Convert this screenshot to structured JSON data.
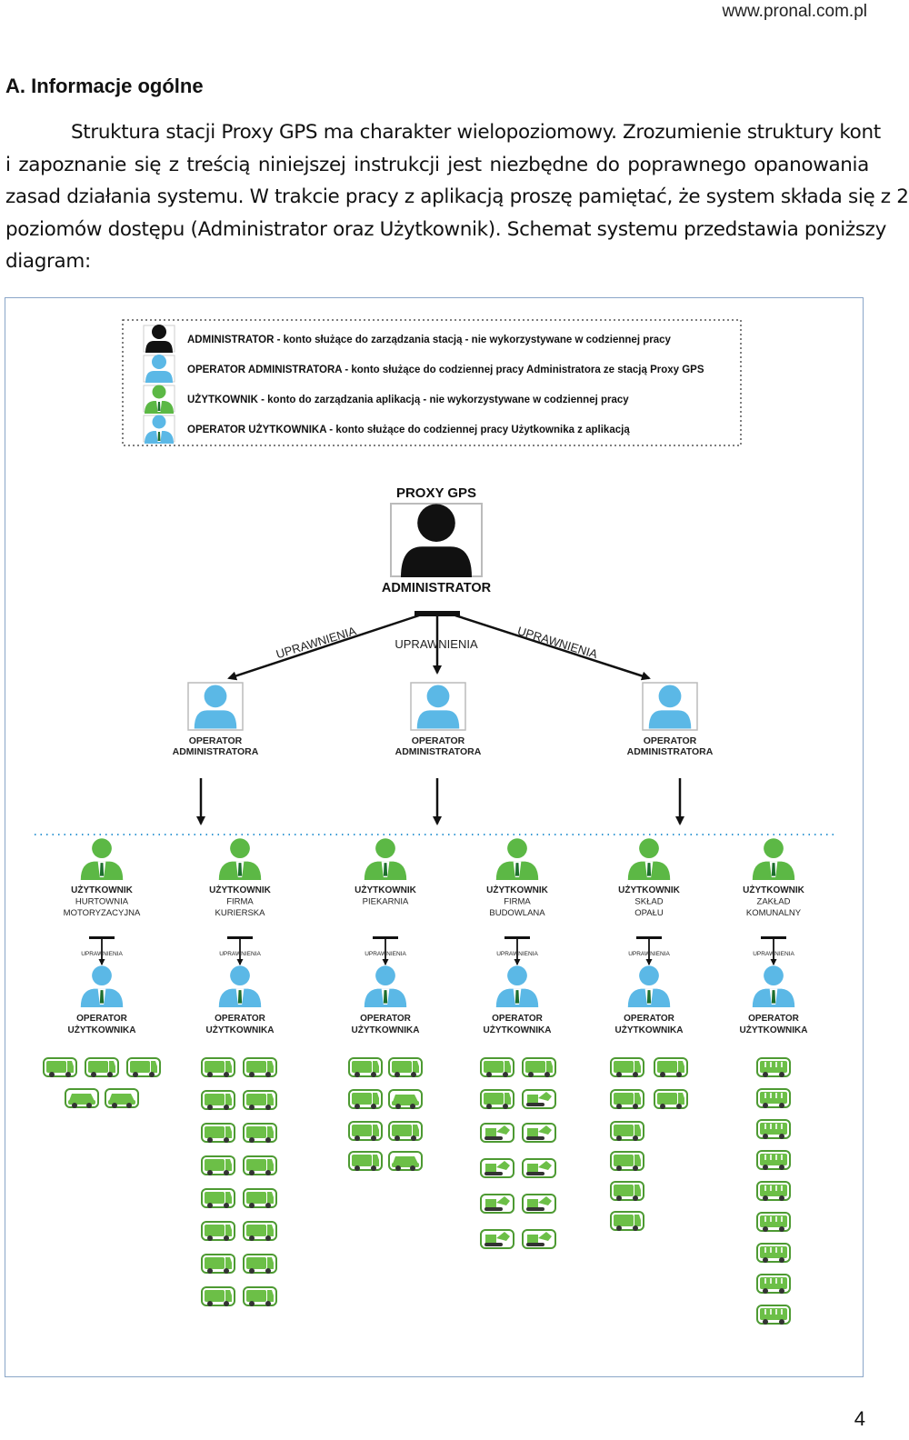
{
  "header": {
    "url": "www.pronal.com.pl"
  },
  "section_heading": "A. Informacje ogólne",
  "paragraph_lines": [
    "Struktura stacji Proxy GPS ma charakter wielopoziomowy. Zrozumienie struktury kont",
    "i zapoznanie się z treścią niniejszej instrukcji jest niezbędne do poprawnego opanowania",
    "zasad działania systemu. W trakcie pracy z aplikacją proszę pamiętać, że system składa się z 2",
    "poziomów dostępu (Administrator oraz Użytkownik). Schemat systemu przedstawia poniższy",
    "diagram:"
  ],
  "legend": [
    {
      "color": "#111111",
      "text": "ADMINISTRATOR - konto służące do zarządzania stacją - nie wykorzystywane w codziennej pracy"
    },
    {
      "color": "#5bb8e6",
      "text": "OPERATOR ADMINISTRATORA - konto służące do codziennej pracy Administratora ze stacją Proxy GPS"
    },
    {
      "color": "#5cb845",
      "text": "UŻYTKOWNIK - konto do zarządzania aplikacją - nie wykorzystywane w codziennej pracy"
    },
    {
      "color": "#5bb8e6",
      "text": "OPERATOR UŻYTKOWNIKA - konto służące do codziennej pracy Użytkownika z aplikacją"
    }
  ],
  "top": {
    "title": "PROXY GPS",
    "admin_label": "ADMINISTRATOR"
  },
  "permissions_label": "UPRAWNIENIA",
  "operator_admin_label": [
    "OPERATOR",
    "ADMINISTRATORA"
  ],
  "users": [
    {
      "lines": [
        "UŻYTKOWNIK",
        "HURTOWNIA",
        "MOTORYZACYJNA"
      ],
      "vehicles": "group1"
    },
    {
      "lines": [
        "UŻYTKOWNIK",
        "FIRMA",
        "KURIERSKA"
      ],
      "vehicles": "group2"
    },
    {
      "lines": [
        "UŻYTKOWNIK",
        "PIEKARNIA"
      ],
      "vehicles": "group3"
    },
    {
      "lines": [
        "UŻYTKOWNIK",
        "FIRMA",
        "BUDOWLANA"
      ],
      "vehicles": "group4"
    },
    {
      "lines": [
        "UŻYTKOWNIK",
        "SKŁAD",
        "OPAŁU"
      ],
      "vehicles": "group5"
    },
    {
      "lines": [
        "UŻYTKOWNIK",
        "ZAKŁAD",
        "KOMUNALNY"
      ],
      "vehicles": "group6"
    }
  ],
  "operator_user_label": [
    "OPERATOR",
    "UŻYTKOWNIKA"
  ],
  "colors": {
    "admin": "#111111",
    "operator": "#5bb8e6",
    "user": "#5cb845",
    "vehicle": "#6cbf47"
  },
  "page_number": "4"
}
